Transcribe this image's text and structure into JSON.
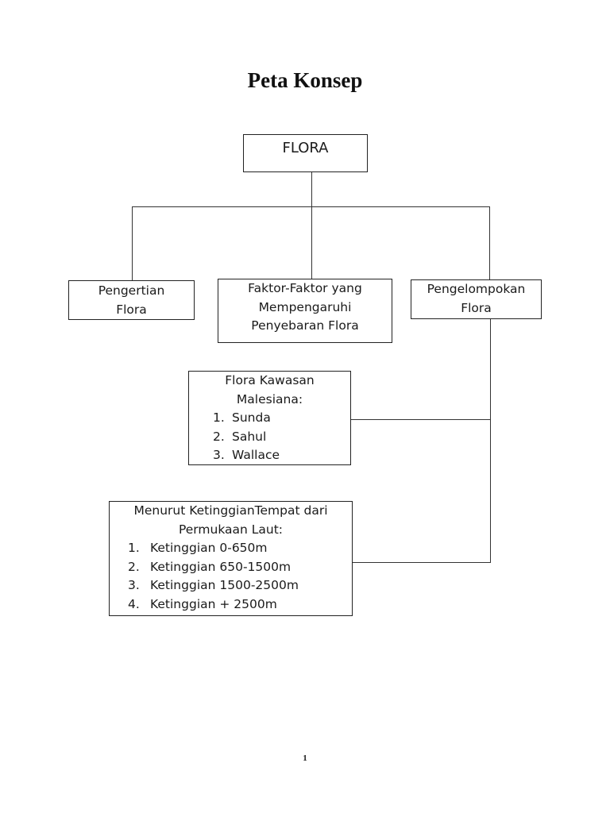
{
  "title": "Peta Konsep",
  "root": {
    "label": "FLORA"
  },
  "branches": [
    {
      "lines": [
        "Pengertian",
        "Flora"
      ]
    },
    {
      "lines": [
        "Faktor-Faktor yang",
        "Mempengaruhi",
        "Penyebaran Flora"
      ]
    },
    {
      "lines": [
        "Pengelompokan",
        "Flora"
      ]
    }
  ],
  "groups": [
    {
      "heading": [
        "Flora Kawasan",
        "Malesiana:"
      ],
      "items": [
        {
          "num": "1.",
          "text": "Sunda"
        },
        {
          "num": "2.",
          "text": "Sahul"
        },
        {
          "num": "3.",
          "text": "Wallace"
        }
      ]
    },
    {
      "heading": [
        "Menurut KetinggianTempat dari",
        "Permukaan Laut:"
      ],
      "items": [
        {
          "num": "1.",
          "text": "Ketinggian 0-650m"
        },
        {
          "num": "2.",
          "text": "Ketinggian 650-1500m"
        },
        {
          "num": "3.",
          "text": "Ketinggian 1500-2500m"
        },
        {
          "num": "4.",
          "text": "Ketinggian + 2500m"
        }
      ]
    }
  ],
  "page_number": "1"
}
